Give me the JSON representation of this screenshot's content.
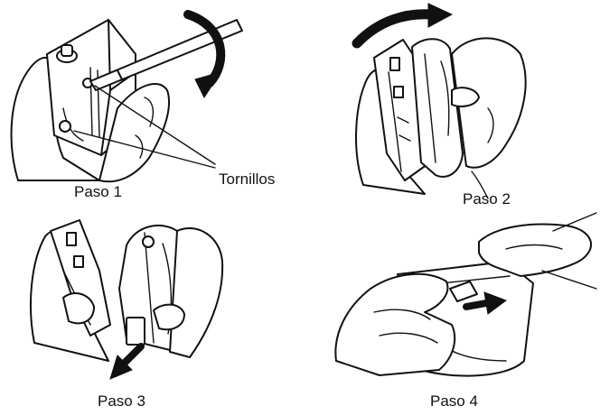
{
  "steps": [
    {
      "label": "Paso 1"
    },
    {
      "label": "Paso 2"
    },
    {
      "label": "Paso 3"
    },
    {
      "label": "Paso 4"
    }
  ],
  "callout": {
    "label": "Tornillos"
  },
  "icons": [
    "screwdriver-icon",
    "rotate-arrow-icon",
    "hand-icon",
    "radio-housing-icon",
    "push-arrow-icon"
  ],
  "colors": {
    "ink": "#111111",
    "paper": "#ffffff"
  }
}
